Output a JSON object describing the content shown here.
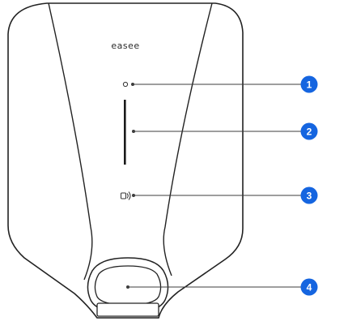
{
  "brand": {
    "logo_text": "easee"
  },
  "callouts": [
    {
      "number": "1",
      "target": "status-indicator"
    },
    {
      "number": "2",
      "target": "light-strip"
    },
    {
      "number": "3",
      "target": "rfid-reader"
    },
    {
      "number": "4",
      "target": "cable-socket"
    }
  ],
  "colors": {
    "callout": "#1565e0",
    "outline": "#222222",
    "body": "#ffffff"
  }
}
